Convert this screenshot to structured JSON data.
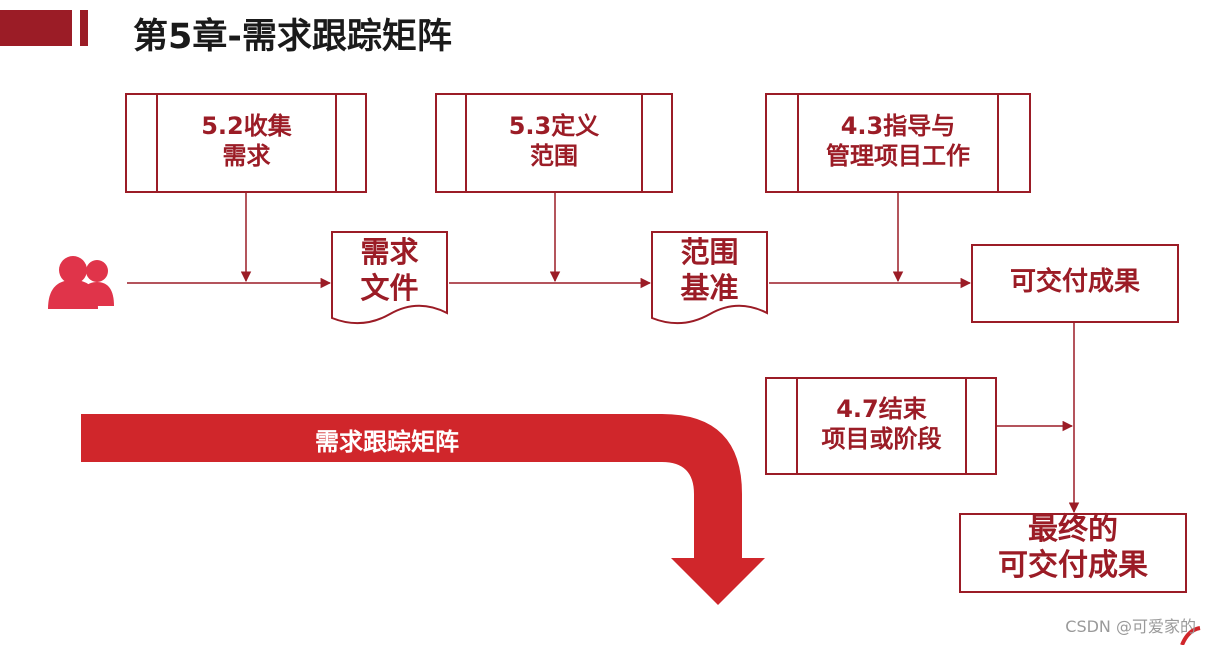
{
  "title": "第5章-需求跟踪矩阵",
  "processes": {
    "collect": [
      "5.2收集",
      "需求"
    ],
    "scope": [
      "5.3定义",
      "范围"
    ],
    "direct": [
      "4.3指导与",
      "管理项目工作"
    ],
    "close": [
      "4.7结束",
      "项目或阶段"
    ]
  },
  "documents": {
    "req_docs": [
      "需求",
      "文件"
    ],
    "scope_baseline": [
      "范围",
      "基准"
    ]
  },
  "deliverables": "可交付成果",
  "final_deliverables": [
    "最终的",
    "可交付成果"
  ],
  "banner": "需求跟踪矩阵",
  "watermark": "CSDN @可爱家的",
  "icons": {
    "stakeholders": "people-icon"
  },
  "colors": {
    "accent": "#9b1c26",
    "banner": "#d0262b",
    "stakeholder": "#e0344a"
  }
}
